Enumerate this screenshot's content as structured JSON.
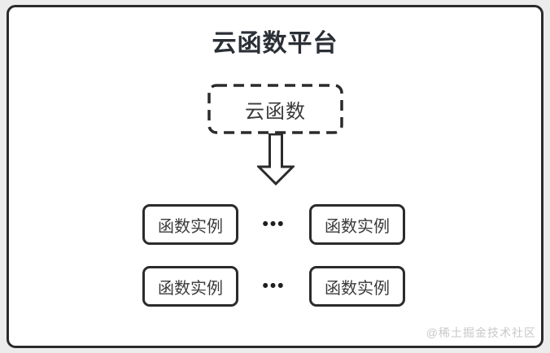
{
  "title": "云函数平台",
  "cloud_function": {
    "label": "云函数"
  },
  "rows": [
    {
      "left_label": "函数实例",
      "dots": "•••",
      "right_label": "函数实例"
    },
    {
      "left_label": "函数实例",
      "dots": "•••",
      "right_label": "函数实例"
    }
  ],
  "watermark": "@稀土掘金技术社区",
  "colors": {
    "stroke": "#2b2b2b",
    "title_text": "#2b2f36",
    "label_text": "#3a3a3a",
    "inner_background": "#ffffff",
    "outer_background": "#ececec",
    "watermark_text": "#c8c8c8"
  }
}
